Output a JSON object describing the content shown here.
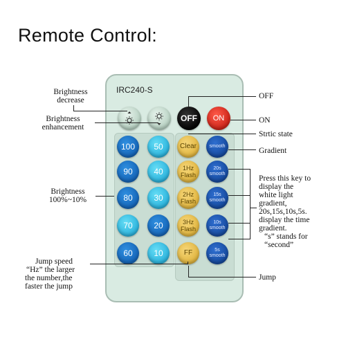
{
  "title": "Remote Control:",
  "model": "IRC240-S",
  "buttons": {
    "off": "OFF",
    "on": "ON",
    "clear": "Clear",
    "ff": "FF",
    "flash1": [
      "1Hz",
      "Flash"
    ],
    "flash2": [
      "2Hz",
      "Flash"
    ],
    "flash3": [
      "3Hz",
      "Flash"
    ],
    "smooth": "smooth",
    "s20": [
      "20s",
      "smooth"
    ],
    "s15": [
      "15s",
      "smooth"
    ],
    "s10": [
      "10s",
      "smooth"
    ],
    "s5": [
      "5s",
      "smooth"
    ],
    "levels_left": [
      "100",
      "90",
      "80",
      "70",
      "60"
    ],
    "levels_right": [
      "50",
      "40",
      "30",
      "20",
      "10"
    ]
  },
  "labels": {
    "brightness_decrease": [
      "Brightness",
      "decrease"
    ],
    "brightness_enhancement": [
      "Brightness",
      "enhancement"
    ],
    "brightness_range": [
      "Brightness",
      "100%~10%"
    ],
    "jump_speed": [
      "Jump speed",
      "“Hz” the larger",
      "the number,the",
      "faster the jump"
    ],
    "off": "OFF",
    "on": "ON",
    "static": "Strtic state",
    "gradient": "Gradient",
    "press_key": [
      "Press this key to",
      "display the",
      "white light",
      "gradient,",
      "20s,15s,10s,5s.",
      "display the time",
      "gradient.",
      "“s” stands for",
      "“second”"
    ],
    "jump": "Jump"
  },
  "colors": {
    "remote_body": "#d9ebe2",
    "blue": "#1e74c9",
    "cyan": "#3cc3e6",
    "yellow": "#ecc657",
    "red": "#e0352a",
    "black": "#111111"
  },
  "icons": [
    "sun-up-icon",
    "sun-down-icon"
  ]
}
